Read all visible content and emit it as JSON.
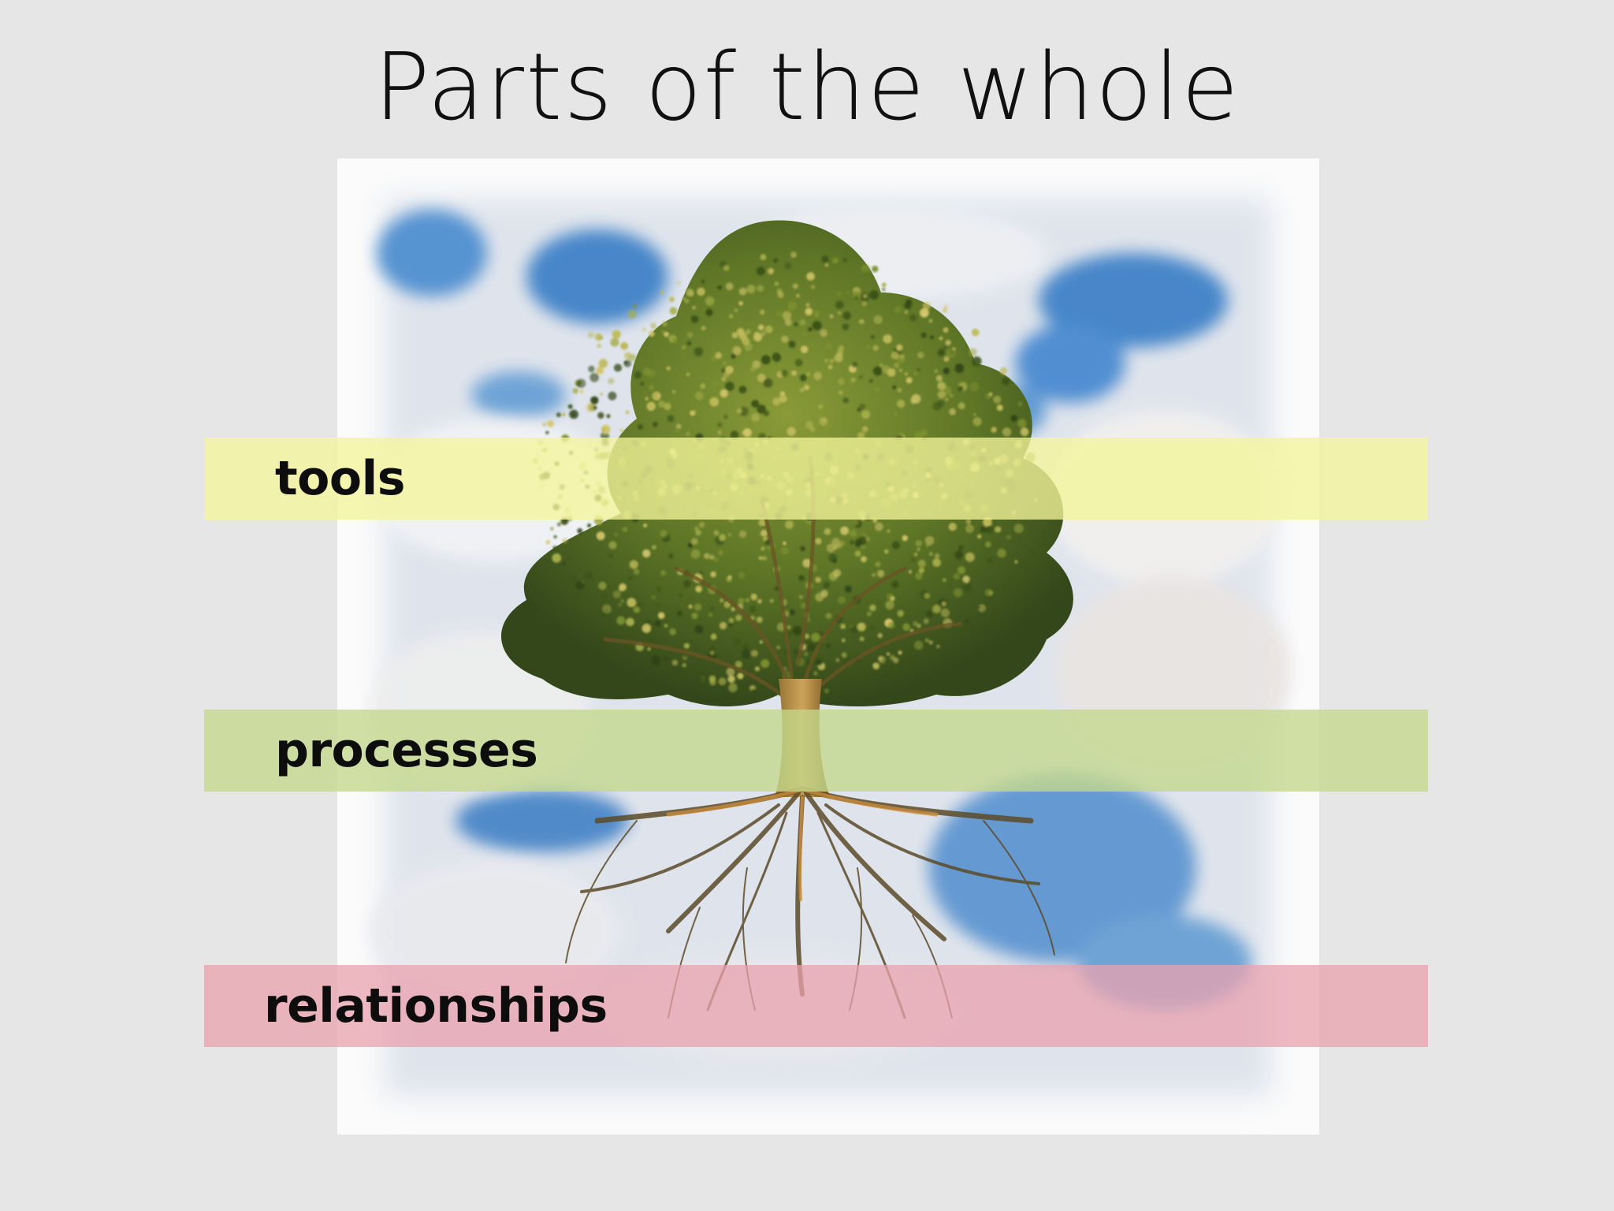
{
  "slide": {
    "title": "Parts of the whole"
  },
  "bands": [
    {
      "label": "tools",
      "color": "#f3f59a",
      "opacity": 0.78
    },
    {
      "label": "processes",
      "color": "#c4d98c",
      "opacity": 0.78
    },
    {
      "label": "relationships",
      "color": "#e9a2ad",
      "opacity": 0.75
    }
  ],
  "colors": {
    "background": "#e6e6e6",
    "sky_blue": "#4f8fd0",
    "cloud": "#eef0f4",
    "foliage_dark": "#3e5a1c",
    "foliage_light": "#8f9d3a",
    "trunk": "#b8903c",
    "roots": "#5c4a28"
  }
}
